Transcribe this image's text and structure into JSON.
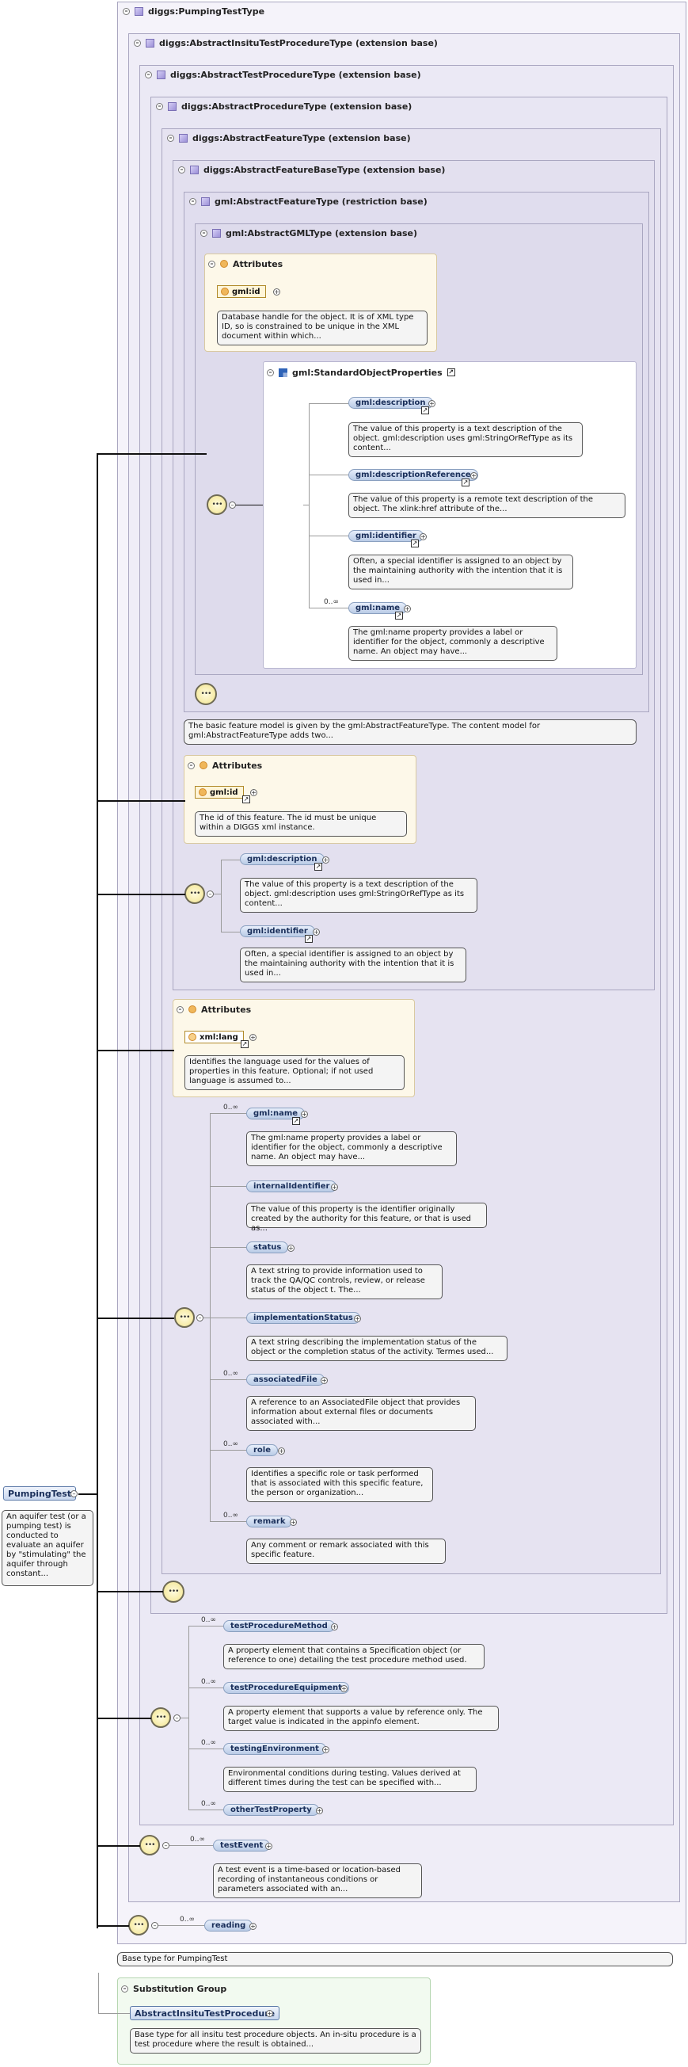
{
  "root": {
    "name": "PumpingTest",
    "description": "An aquifer test (or a pumping test) is conducted to evaluate an aquifer by \"stimulating\" the aquifer through constant..."
  },
  "types": {
    "pumping": "diggs:PumpingTestType",
    "insitu": "diggs:AbstractInsituTestProcedureType (extension base)",
    "test": "diggs:AbstractTestProcedureType (extension base)",
    "procedure": "diggs:AbstractProcedureType (extension base)",
    "feature": "diggs:AbstractFeatureType (extension base)",
    "featurebase": "diggs:AbstractFeatureBaseType (extension base)",
    "gmlfeature": "gml:AbstractFeatureType (restriction base)",
    "gmltype": "gml:AbstractGMLType (extension base)"
  },
  "gmltype": {
    "attributes_title": "Attributes",
    "id_attr": "gml:id",
    "id_desc": "Database handle for the object. It is of XML type ID, so is constrained to be unique in the XML document within which...",
    "group_name": "gml:StandardObjectProperties",
    "elements": [
      {
        "name": "gml:description",
        "desc": "The value of this property is a text description of the object. gml:description uses gml:StringOrRefType as its content...",
        "card": ""
      },
      {
        "name": "gml:descriptionReference",
        "desc": "The value of this property is a remote text description of the object. The xlink:href attribute of the...",
        "card": ""
      },
      {
        "name": "gml:identifier",
        "desc": "Often, a special identifier is assigned to an object by the maintaining authority with the intention that it is used in...",
        "card": ""
      },
      {
        "name": "gml:name",
        "desc": "The gml:name property provides a label or identifier for the object, commonly a descriptive name. An object may have...",
        "card": "0..∞"
      }
    ]
  },
  "gmlfeature_desc": "The basic feature model is given by the gml:AbstractFeatureType. The content model for gml:AbstractFeatureType adds two...",
  "featurebase": {
    "attributes_title": "Attributes",
    "id_attr": "gml:id",
    "id_desc": "The id of this feature. The id must be unique within a DIGGS xml instance.",
    "elements": [
      {
        "name": "gml:description",
        "desc": "The value of this property is a text description of the object. gml:description uses gml:StringOrRefType as its content..."
      },
      {
        "name": "gml:identifier",
        "desc": "Often, a special identifier is assigned to an object by the maintaining authority with the intention that it is used in..."
      }
    ]
  },
  "feature": {
    "attributes_title": "Attributes",
    "lang_attr": "xml:lang",
    "lang_desc": "Identifies the language used for the values of properties in this feature. Optional; if not used language is assumed to...",
    "elements": [
      {
        "name": "gml:name",
        "card": "0..∞",
        "desc": "The gml:name property provides a label or identifier for the object, commonly a descriptive name. An object may have..."
      },
      {
        "name": "internalIdentifier",
        "card": "",
        "desc": "The value of this property is the identifier originally created by the authority for this feature, or that is used as..."
      },
      {
        "name": "status",
        "card": "",
        "desc": "A text string to provide information used to track the QA/QC controls, review, or release status of the object t. The..."
      },
      {
        "name": "implementationStatus",
        "card": "",
        "desc": "A text string describing the implementation status of the object or the completion status of the activity. Termes used..."
      },
      {
        "name": "associatedFile",
        "card": "0..∞",
        "desc": "A reference to an AssociatedFile object that provides information about external files or documents associated with..."
      },
      {
        "name": "role",
        "card": "0..∞",
        "desc": "Identifies a specific role or task performed that is associated with this specific feature, the person or organization..."
      },
      {
        "name": "remark",
        "card": "0..∞",
        "desc": "Any comment or remark associated with this specific feature."
      }
    ]
  },
  "test": {
    "elements": [
      {
        "name": "testProcedureMethod",
        "card": "0..∞",
        "desc": "A property element that contains a Specification object (or reference to one) detailing the test procedure method used."
      },
      {
        "name": "testProcedureEquipment",
        "card": "0..∞",
        "desc": "A property element that supports a value by reference only. The target value is indicated in the appinfo element."
      },
      {
        "name": "testingEnvironment",
        "card": "0..∞",
        "desc": "Environmental conditions during testing. Values derived at different times during the test can be specified with..."
      },
      {
        "name": "otherTestProperty",
        "card": "0..∞",
        "desc": ""
      }
    ]
  },
  "insitu": {
    "element": {
      "name": "testEvent",
      "card": "0..∞",
      "desc": "A test event is a time-based or location-based recording of instantaneous conditions or parameters associated with an..."
    }
  },
  "pumping": {
    "element": {
      "name": "reading",
      "card": "0..∞"
    },
    "desc": "Base type for PumpingTest"
  },
  "substitution": {
    "title": "Substitution Group",
    "name": "AbstractInsituTestProcedure",
    "desc": "Base type for all insitu test procedure objects. An in-situ procedure is a test procedure where the result is obtained..."
  },
  "colors": {
    "type_border": "#a9a6c0",
    "element_fill": "#b9cbe6",
    "attribute_fill": "#fdf8e9",
    "sequence_fill": "#f2e48c",
    "substitution_fill": "#f2faf0"
  }
}
